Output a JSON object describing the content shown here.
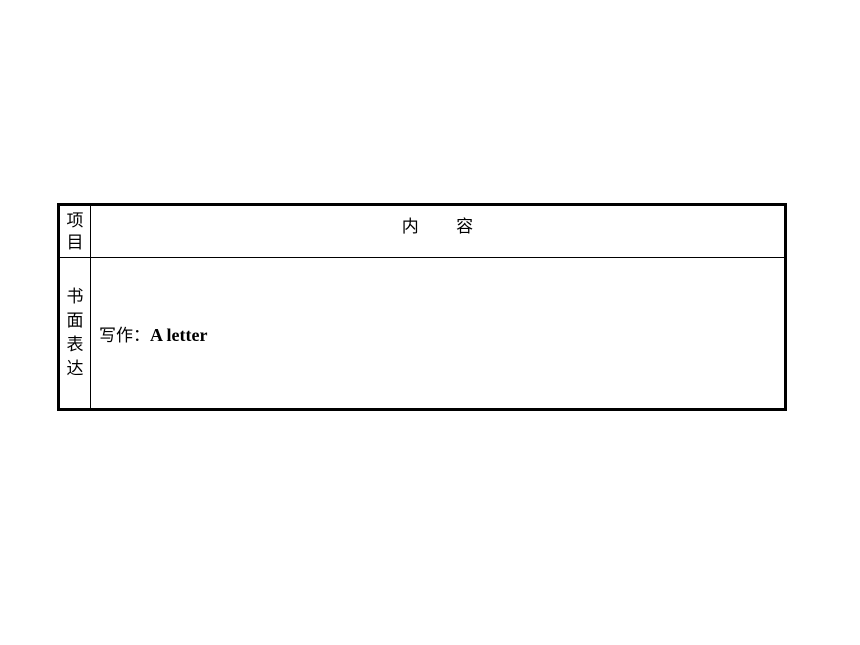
{
  "table": {
    "header": {
      "item_label": "项目",
      "content_label": "内容"
    },
    "rows": [
      {
        "item_label": "书面表达",
        "content_prefix": "写作：",
        "content_title": "A letter"
      }
    ]
  }
}
